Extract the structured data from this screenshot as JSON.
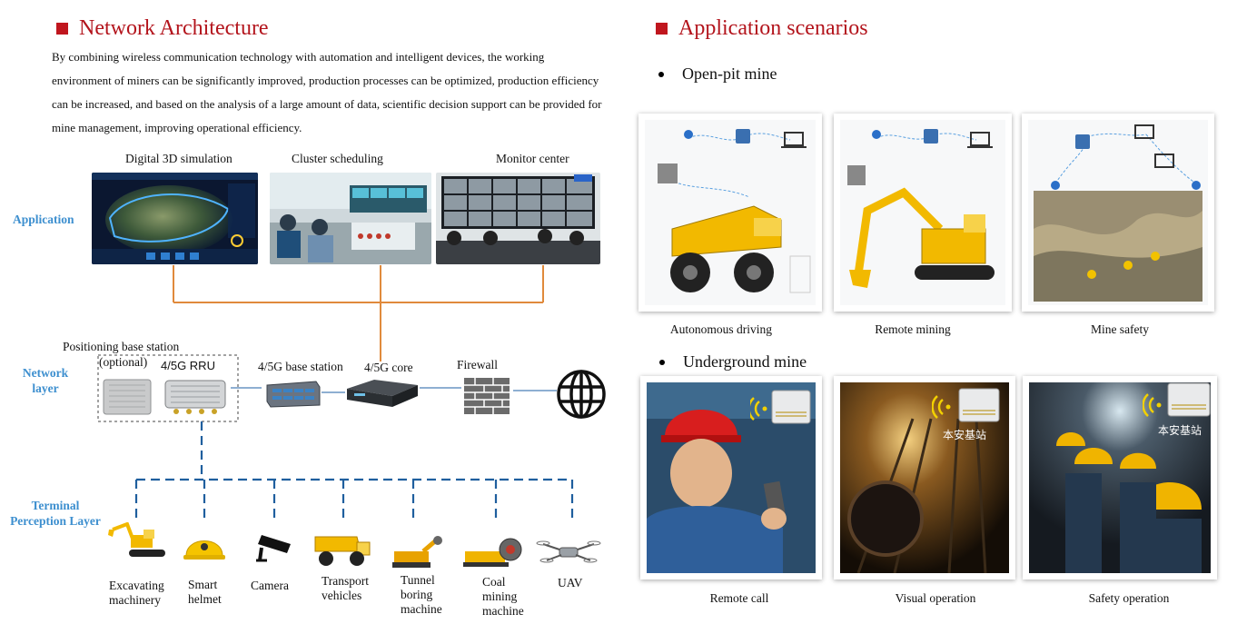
{
  "network": {
    "title": "Network Architecture",
    "intro": "By combining wireless communication technology with automation and intelligent devices, the working environment of miners can be significantly improved, production processes can be optimized, production efficiency can be increased, and based on the analysis of a large amount of data, scientific decision support can be provided for mine management, improving operational efficiency.",
    "layers": {
      "application": "Application",
      "network_line1": "Network",
      "network_line2": "layer",
      "terminal_line1": "Terminal",
      "terminal_line2": "Perception Layer"
    },
    "apps": [
      {
        "label": "Digital 3D simulation"
      },
      {
        "label": "Cluster scheduling"
      },
      {
        "label": "Monitor center"
      }
    ],
    "network_nodes": {
      "positioning": "Positioning base station",
      "optional": "(optional)",
      "rru": "4/5G RRU",
      "base_station": "4/5G base station",
      "core": "4/5G core",
      "firewall": "Firewall"
    },
    "terminals": [
      {
        "line1": "Excavating",
        "line2": "machinery",
        "line3": ""
      },
      {
        "line1": "Smart",
        "line2": "helmet",
        "line3": ""
      },
      {
        "line1": "Camera",
        "line2": "",
        "line3": ""
      },
      {
        "line1": "Transport",
        "line2": "vehicles",
        "line3": ""
      },
      {
        "line1": "Tunnel",
        "line2": "boring",
        "line3": "machine"
      },
      {
        "line1": "Coal",
        "line2": "mining",
        "line3": "machine"
      },
      {
        "line1": "UAV",
        "line2": "",
        "line3": ""
      }
    ],
    "colors": {
      "accent_red": "#c0161e",
      "layer_blue": "#3d8fcf",
      "connector_orange": "#e08a3c",
      "dashed_blue": "#1f5f9e"
    }
  },
  "scenarios": {
    "title": "Application scenarios",
    "open_pit": {
      "heading": "Open-pit mine",
      "items": [
        {
          "label": "Autonomous driving"
        },
        {
          "label": "Remote mining"
        },
        {
          "label": "Mine safety"
        }
      ]
    },
    "underground": {
      "heading": "Underground mine",
      "items": [
        {
          "label": "Remote call",
          "badge": ""
        },
        {
          "label": "Visual operation",
          "badge": "本安基站"
        },
        {
          "label": "Safety operation",
          "badge": "本安基站"
        }
      ]
    }
  }
}
